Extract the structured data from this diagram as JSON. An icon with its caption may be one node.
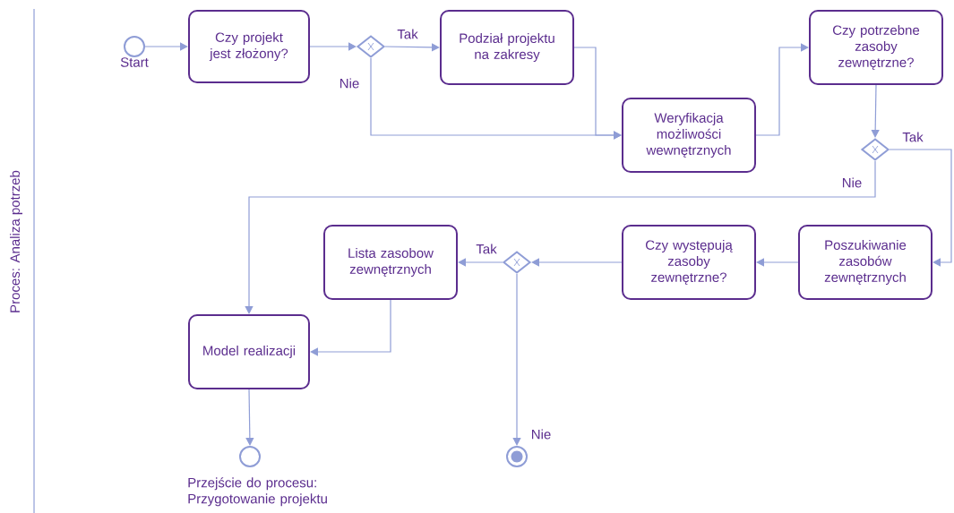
{
  "diagram": {
    "nodes": [
      {
        "text": [],
        "shape": "circle",
        "beside": [
          "Start"
        ]
      },
      {
        "text": [
          "Czy projekt jest złożony?"
        ]
      },
      {
        "text": [],
        "shape": "diamond"
      },
      {
        "text": [
          "Podział projektu na zakresy"
        ]
      },
      {
        "text": [
          "Weryfikacja możliwości wewnętrznych"
        ]
      },
      {
        "text": [
          "Czy potrzebne zasoby zewnętrzne?"
        ]
      },
      {
        "text": [],
        "shape": "diamond"
      },
      {
        "text": [
          "Poszukiwanie zasobów zewnętrznych"
        ]
      },
      {
        "text": [
          "Czy występują zasoby zewnętrzne?"
        ]
      },
      {
        "text": [],
        "shape": "diamond"
      },
      {
        "text": [
          "Lista zasobow zewnętrznych"
        ]
      },
      {
        "text": [
          "Model realizacji"
        ]
      },
      {
        "text": [],
        "shape": "circle",
        "beside": [
          "Przejście do procesu: Przygotowanie projektu"
        ]
      },
      {
        "text": [],
        "shape": "end-circle"
      }
    ],
    "edges": [
      {
        "from": 0,
        "to": 1,
        "arrow": "to"
      },
      {
        "from": 1,
        "to": 2,
        "arrow": "to"
      },
      {
        "from": 2,
        "to": 3,
        "arrow": "to",
        "label": "Tak"
      },
      {
        "from": 2,
        "to": 4,
        "arrow": "to",
        "label": "Nie"
      },
      {
        "from": 3,
        "to": 4,
        "arrow": "to"
      },
      {
        "from": 4,
        "to": 5,
        "arrow": "to"
      },
      {
        "from": 5,
        "to": 6,
        "arrow": "to"
      },
      {
        "from": 6,
        "to": 7,
        "arrow": "to",
        "label": "Tak"
      },
      {
        "from": 6,
        "to": 11,
        "arrow": "to",
        "label": "Nie"
      },
      {
        "from": 7,
        "to": 8,
        "arrow": "to"
      },
      {
        "from": 8,
        "to": 9,
        "arrow": "to"
      },
      {
        "from": 9,
        "to": 10,
        "arrow": "to",
        "label": "Tak"
      },
      {
        "from": 9,
        "to": 13,
        "arrow": "to",
        "label": "Nie"
      },
      {
        "from": 10,
        "to": 11,
        "arrow": "to"
      },
      {
        "from": 11,
        "to": 12,
        "arrow": "to"
      }
    ],
    "labels": [
      "Proces: Analiza potrzeb"
    ]
  }
}
